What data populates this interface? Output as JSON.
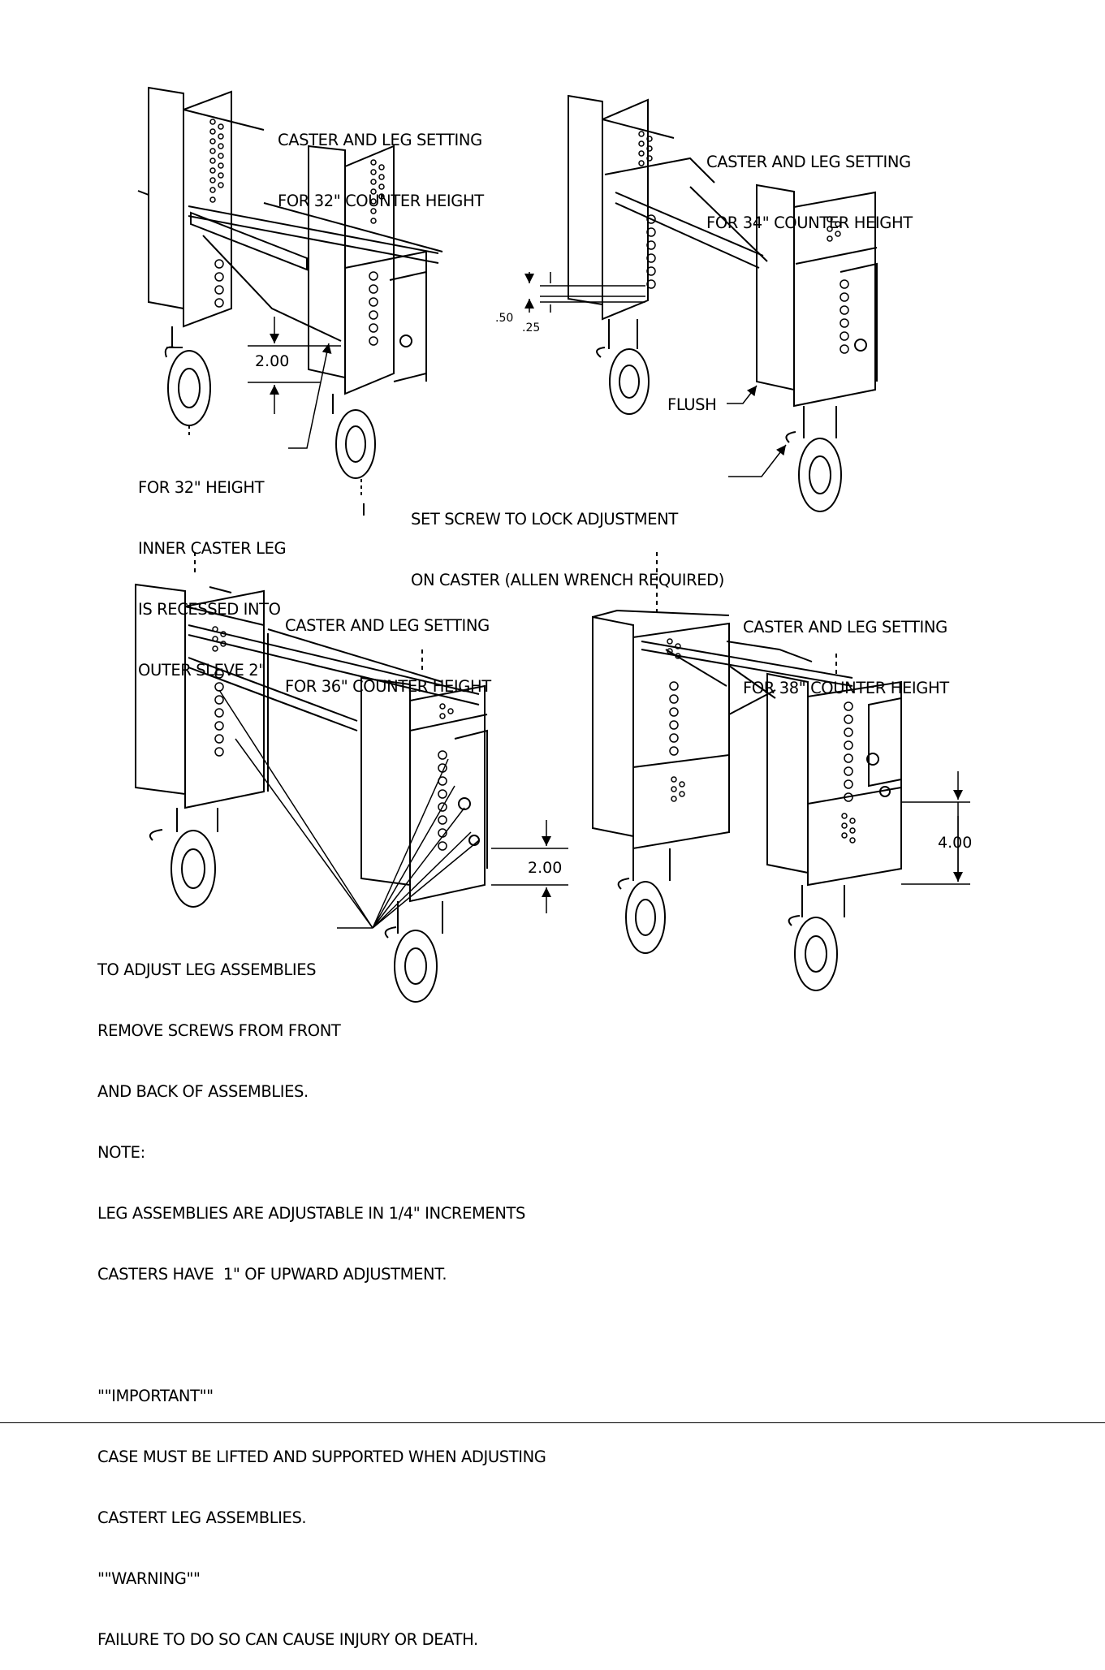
{
  "panels": [
    {
      "id": "32",
      "title_line1": "CASTER AND LEG SETTING",
      "title_line2": "FOR 32\" COUNTER HEIGHT"
    },
    {
      "id": "34",
      "title_line1": "CASTER AND LEG SETTING",
      "title_line2": "FOR 34\" COUNTER HEIGHT"
    },
    {
      "id": "36",
      "title_line1": "CASTER AND LEG SETTING",
      "title_line2": "FOR 36\" COUNTER HEIGHT"
    },
    {
      "id": "38",
      "title_line1": "CASTER AND LEG SETTING",
      "title_line2": "FOR 38\" COUNTER HEIGHT"
    }
  ],
  "dimensions": {
    "d32": "2.00",
    "d34a": ".50",
    "d34b": ".25",
    "d36": "2.00",
    "d38": "4.00"
  },
  "callouts": {
    "recess_lines": [
      "FOR 32\" HEIGHT",
      "INNER CASTER LEG",
      "IS RECESSED INTO",
      "OUTER SLEVE 2\""
    ],
    "flush": "FLUSH",
    "setscrew_lines": [
      "SET SCREW TO LOCK ADJUSTMENT",
      "ON CASTER (ALLEN WRENCH REQUIRED)"
    ]
  },
  "notes": {
    "adjust_lines": [
      "TO ADJUST LEG ASSEMBLIES",
      "REMOVE SCREWS FROM FRONT",
      "AND BACK OF ASSEMBLIES."
    ],
    "note_label": "NOTE:",
    "note_lines": [
      "LEG ASSEMBLIES ARE ADJUSTABLE IN 1/4\" INCREMENTS",
      "CASTERS HAVE  1\" OF UPWARD ADJUSTMENT."
    ],
    "important_label": "\"\"IMPORTANT\"\"",
    "important_lines": [
      "CASE MUST BE LIFTED AND SUPPORTED WHEN ADJUSTING",
      "CASTERT LEG ASSEMBLIES."
    ],
    "warning_label": "\"\"WARNING\"\"",
    "warning_line": "FAILURE TO DO SO CAN CAUSE INJURY OR DEATH."
  }
}
